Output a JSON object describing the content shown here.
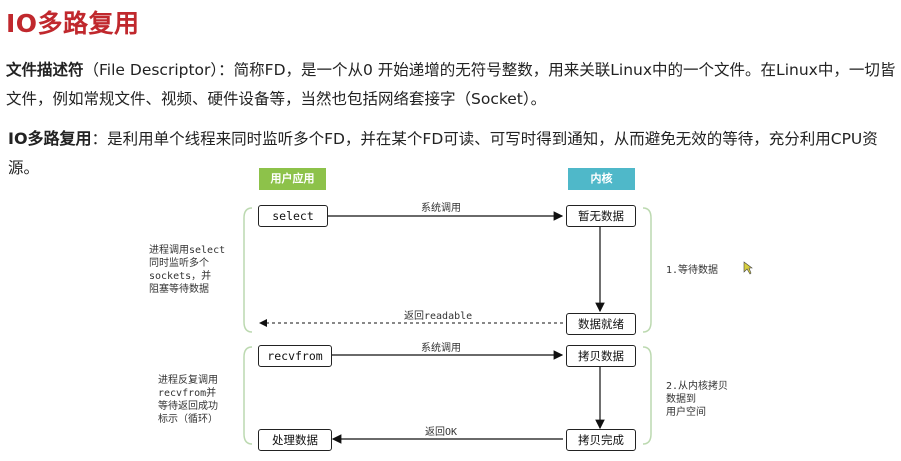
{
  "title": "IO多路复用",
  "paragraph1": {
    "term": "文件描述符",
    "text": "（File Descriptor）：简称FD，是一个从0 开始递增的无符号整数，用来关联Linux中的一个文件。在Linux中，一切皆文件，例如常规文件、视频、硬件设备等，当然也包括网络套接字（Socket）。"
  },
  "paragraph2": {
    "term": "IO多路复用",
    "text": "：是利用单个线程来同时监听多个FD，并在某个FD可读、可写时得到通知，从而避免无效的等待，充分利用CPU资源。"
  },
  "diagram": {
    "lane_user": "用户应用",
    "lane_kernel": "内核",
    "phase1": {
      "user_node": "select",
      "call_label": "系统调用",
      "kernel_wait": "暂无数据",
      "kernel_ready": "数据就绪",
      "return_label": "返回readable",
      "left_note": "进程调用select\n同时监听多个\nsockets，并\n阻塞等待数据",
      "right_note": "1.等待数据"
    },
    "phase2": {
      "user_node": "recvfrom",
      "call_label": "系统调用",
      "kernel_copy": "拷贝数据",
      "kernel_done": "拷贝完成",
      "return_label": "返回OK",
      "user_done": "处理数据",
      "left_note": "进程反复调用\nrecvfrom并\n等待返回成功\n标示（循环）",
      "right_note": "2.从内核拷贝\n数据到\n用户空间"
    },
    "colors": {
      "title": "#c0282d",
      "user_lane": "#8dc24a",
      "kernel_lane": "#4fb8c9",
      "bracket": "#bcd9b0"
    }
  }
}
